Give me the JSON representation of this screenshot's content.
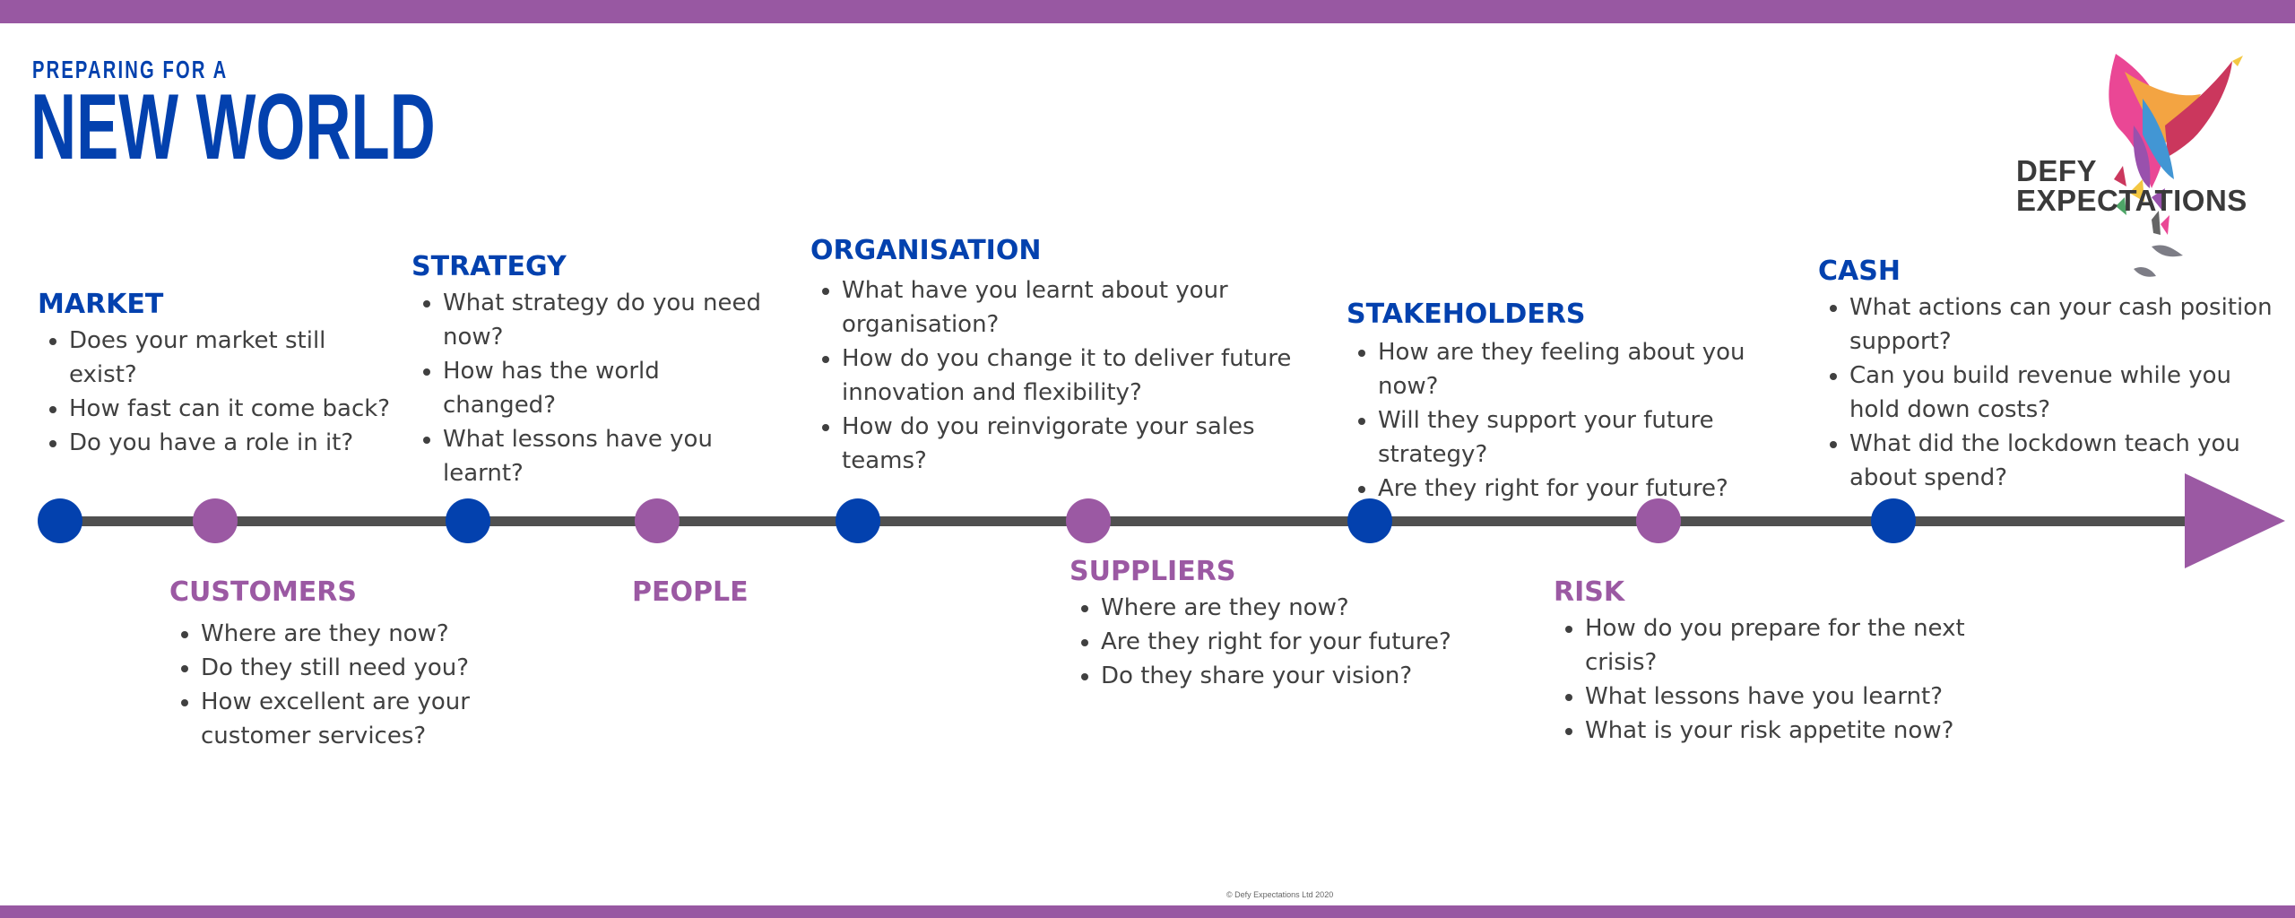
{
  "header": {
    "subtitle": "PREPARING FOR A",
    "title": "NEW WORLD"
  },
  "logo": {
    "line1": "DEFY",
    "line2": "EXPECTATIONS"
  },
  "footer": "© Defy Expectations Ltd 2020",
  "colors": {
    "blue": "#0341AE",
    "purple": "#9B59A3",
    "band": "#9858A2",
    "line": "#505050"
  },
  "sections": [
    {
      "id": "market",
      "title": "MARKET",
      "color": "blue",
      "items": [
        "Does your market still exist?",
        "How fast can it come back?",
        "Do you have a role in it?"
      ]
    },
    {
      "id": "customers",
      "title": "CUSTOMERS",
      "color": "purple",
      "items": [
        "Where are they now?",
        "Do they still need you?",
        "How excellent are your customer services?"
      ]
    },
    {
      "id": "strategy",
      "title": "STRATEGY",
      "color": "blue",
      "items": [
        "What strategy do you need now?",
        "How has the world changed?",
        "What lessons have you learnt?"
      ]
    },
    {
      "id": "people",
      "title": "PEOPLE",
      "color": "purple",
      "items": []
    },
    {
      "id": "organisation",
      "title": "ORGANISATION",
      "color": "blue",
      "items": [
        "What have you learnt about your organisation?",
        "How do you change it to deliver future innovation and flexibility?",
        "How do you reinvigorate your sales teams?"
      ]
    },
    {
      "id": "suppliers",
      "title": "SUPPLIERS",
      "color": "purple",
      "items": [
        "Where are they now?",
        "Are they right for your future?",
        "Do they share your vision?"
      ]
    },
    {
      "id": "stakeholders",
      "title": "STAKEHOLDERS",
      "color": "blue",
      "items": [
        "How are they feeling about you now?",
        "Will they support your future strategy?",
        "Are they right for your future?"
      ]
    },
    {
      "id": "risk",
      "title": "RISK",
      "color": "purple",
      "items": [
        "How do you prepare for the next crisis?",
        "What lessons have you learnt?",
        "What is your risk appetite now?"
      ]
    },
    {
      "id": "cash",
      "title": "CASH",
      "color": "blue",
      "items": [
        "What actions can your cash position support?",
        "Can you build revenue while you hold down costs?",
        "What did the lockdown teach you about spend?"
      ]
    }
  ]
}
